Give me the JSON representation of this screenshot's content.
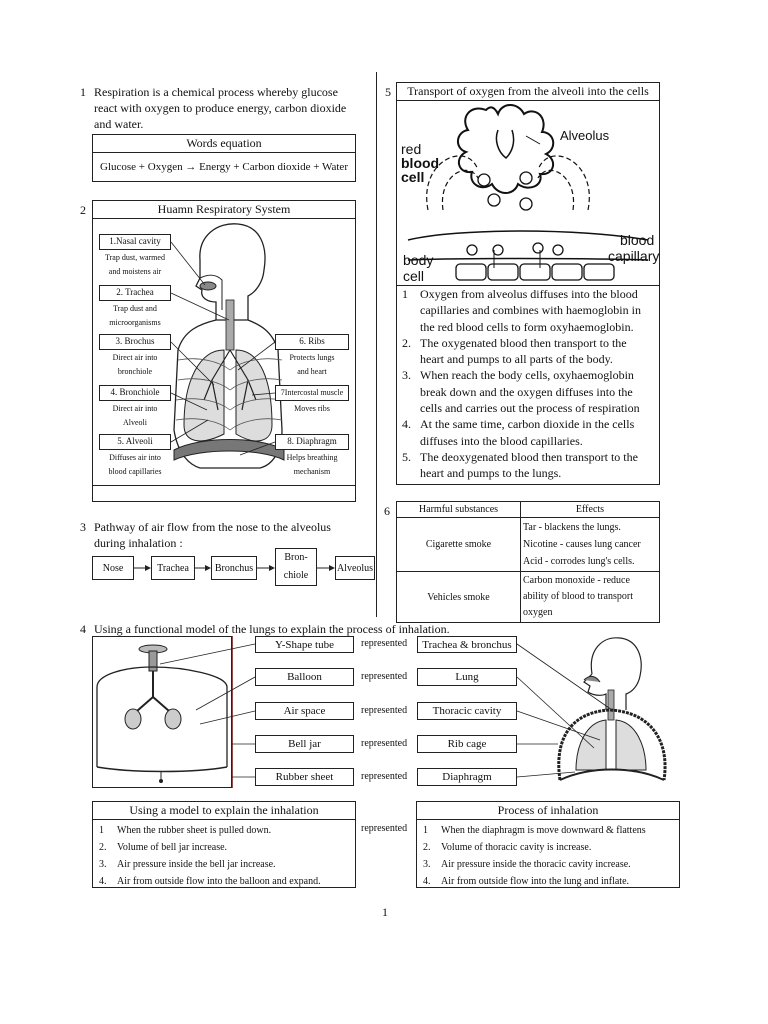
{
  "s1": {
    "num": "1",
    "line1": "Respiration is a chemical process whereby glucose",
    "line2": "react with oxygen to produce energy, carbon dioxide",
    "line3": "and water.",
    "table_header": "Words equation",
    "equation": "Glucose + Oxygen → Energy + Carbon dioxide + Water"
  },
  "s2": {
    "num": "2",
    "title": "Huamn Respiratory System",
    "left_labels": [
      {
        "label": "1.Nasal cavity",
        "desc": [
          "Trap dust, warmed",
          "and moistens air"
        ]
      },
      {
        "label": "2. Trachea",
        "desc": [
          "Trap dust and",
          "microorganisms"
        ]
      },
      {
        "label": "3. Brochus",
        "desc": [
          "Direct air into",
          "bronchiole"
        ]
      },
      {
        "label": "4. Bronchiole",
        "desc": [
          "Direct air into",
          "Alveoli"
        ]
      },
      {
        "label": "5. Alveoli",
        "desc": [
          "Diffuses air into",
          "blood capillaries"
        ]
      }
    ],
    "right_labels": [
      {
        "label": "6. Ribs",
        "desc": [
          "Protects lungs",
          "and heart"
        ]
      },
      {
        "label": "7Intercostal muscle",
        "desc": [
          "Moves ribs"
        ]
      },
      {
        "label": "8. Diaphragm",
        "desc": [
          "Helps breathing",
          "mechanism"
        ]
      }
    ]
  },
  "s3": {
    "num": "3",
    "line1": "Pathway of air flow from the nose to the alveolus",
    "line2": "during inhalation :",
    "steps": [
      "Nose",
      "Trachea",
      "Bronchus",
      "Bron-\nchiole",
      "Alveolus"
    ]
  },
  "s4": {
    "num": "4",
    "title": "Using a functional model of the lungs to explain the process of inhalation.",
    "model_parts": [
      "Y-Shape tube",
      "Balloon",
      "Air space",
      "Bell jar",
      "Rubber sheet"
    ],
    "represented": "represented",
    "body_parts": [
      "Trachea & bronchus",
      "Lung",
      "Thoracic cavity",
      "Rib cage",
      "Diaphragm"
    ]
  },
  "s5": {
    "num": "5",
    "title": "Transport of oxygen from the alveoli into the cells",
    "diagram_labels": {
      "alveolus": "Alveolus",
      "red": "red",
      "blood": "blood",
      "cell": "cell",
      "body": "body",
      "body_cell": "cell",
      "blood2": "blood",
      "capillary": "capillary"
    },
    "steps": [
      {
        "n": "1",
        "lines": [
          "Oxygen from alveolus diffuses into the blood",
          "capillaries and combines with haemoglobin in",
          "the red blood cells to form oxyhaemoglobin."
        ]
      },
      {
        "n": "2.",
        "lines": [
          "The oxygenated blood then transport to the",
          "heart and pumps to all parts of the body."
        ]
      },
      {
        "n": "3.",
        "lines": [
          "When reach the body cells, oxyhaemoglobin",
          "break down and the oxygen diffuses into the",
          "cells and carries out the process of respiration"
        ]
      },
      {
        "n": "4.",
        "lines": [
          "At the same time, carbon dioxide in the cells",
          "diffuses into the blood capillaries."
        ]
      },
      {
        "n": "5.",
        "lines": [
          "The deoxygenated blood then transport to the",
          "heart and pumps to the lungs."
        ]
      }
    ]
  },
  "s6": {
    "num": "6",
    "headers": [
      "Harmful substances",
      "Effects"
    ],
    "rows": [
      {
        "substance": "Cigarette smoke",
        "effects": [
          "Tar - blackens the lungs.",
          "Nicotine - causes lung cancer",
          "Acid - corrodes lung's cells."
        ]
      },
      {
        "substance": "Vehicles smoke",
        "effects": [
          "Carbon monoxide - reduce",
          "ability of blood to transport",
          "oxygen"
        ]
      }
    ]
  },
  "bottom": {
    "left_title": "Using a model to explain the inhalation",
    "left_steps": [
      {
        "n": "1",
        "text": "When the rubber sheet is pulled down."
      },
      {
        "n": "2.",
        "text": "Volume of bell jar increase."
      },
      {
        "n": "3.",
        "text": "Air pressure inside the bell jar increase."
      },
      {
        "n": "4.",
        "text": "Air from outside flow into the balloon and expand."
      }
    ],
    "represented": "represented",
    "right_title": "Process of inhalation",
    "right_steps": [
      {
        "n": "1",
        "text": "When the diaphragm is move downward & flattens"
      },
      {
        "n": "2.",
        "text": "Volume of thoracic cavity is increase."
      },
      {
        "n": "3.",
        "text": "Air pressure inside the thoracic cavity increase."
      },
      {
        "n": "4.",
        "text": "Air from outside flow into the lung and inflate."
      }
    ]
  },
  "page_number": "1"
}
